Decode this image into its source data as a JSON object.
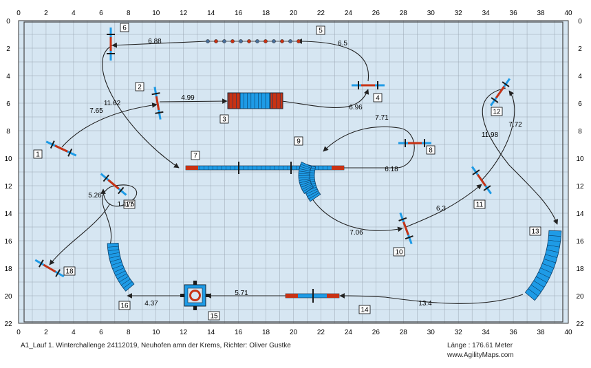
{
  "map": {
    "background": "#d6e6f2",
    "grid_color": "#9aa6b2",
    "course_line_color": "#222222",
    "x_ticks": [
      "0",
      "2",
      "4",
      "6",
      "8",
      "10",
      "12",
      "14",
      "16",
      "18",
      "20",
      "22",
      "24",
      "26",
      "28",
      "30",
      "32",
      "34",
      "36",
      "38",
      "40"
    ],
    "y_ticks": [
      "0",
      "2",
      "4",
      "6",
      "8",
      "10",
      "12",
      "14",
      "16",
      "18",
      "20",
      "22"
    ],
    "colors": {
      "blue": "#1e9be6",
      "red": "#c83214",
      "dark": "#1a1a1a"
    },
    "obstacles": [
      {
        "number": "1",
        "icon": "hurdle-icon"
      },
      {
        "number": "2",
        "icon": "hurdle-icon"
      },
      {
        "number": "3",
        "icon": "tunnel-straight-icon"
      },
      {
        "number": "4",
        "icon": "hurdle-icon"
      },
      {
        "number": "5",
        "icon": "weave-poles-icon"
      },
      {
        "number": "6",
        "icon": "hurdle-icon"
      },
      {
        "number": "7",
        "icon": "dog-walk-icon"
      },
      {
        "number": "8",
        "icon": "hurdle-icon"
      },
      {
        "number": "9",
        "icon": "tunnel-curved-icon"
      },
      {
        "number": "10",
        "icon": "hurdle-icon"
      },
      {
        "number": "11",
        "icon": "hurdle-icon"
      },
      {
        "number": "12",
        "icon": "hurdle-icon"
      },
      {
        "number": "13",
        "icon": "tunnel-curved-icon"
      },
      {
        "number": "14",
        "icon": "seesaw-icon"
      },
      {
        "number": "15",
        "icon": "table-icon"
      },
      {
        "number": "16",
        "icon": "tunnel-curved-icon"
      },
      {
        "number": "17",
        "icon": "hurdle-icon"
      },
      {
        "number": "18",
        "icon": "hurdle-icon"
      }
    ],
    "distances": [
      "11.62",
      "4.99",
      "6.96",
      "6.5",
      "6.88",
      "7.65",
      "7.71",
      "6.18",
      "7.06",
      "6.3",
      "11.98",
      "7.72",
      "13.4",
      "5.71",
      "4.37",
      "5.26",
      "1.175"
    ]
  },
  "footer": {
    "left": "A1_Lauf 1. Winterchallenge 24112019, Neuhofen amn der Krems, Richter: Oliver Gustke",
    "length": "Länge : 176.61 Meter",
    "website": "www.AgilityMaps.com"
  }
}
